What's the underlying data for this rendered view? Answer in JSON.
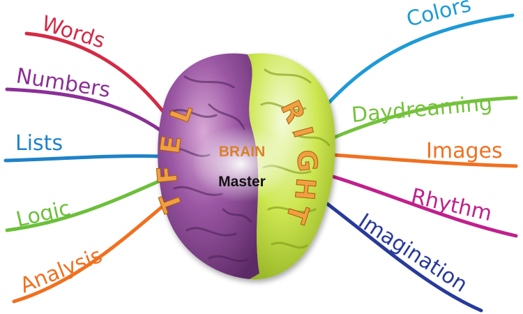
{
  "center": {
    "title": "BRAIN",
    "subtitle": "Master"
  },
  "hemispheres": {
    "left": {
      "label": "LEFT",
      "color": "#8e4e9b",
      "text_color": "#f0a040"
    },
    "right": {
      "label": "RIGHT",
      "color": "#c8e64a",
      "text_color": "#f0a040"
    }
  },
  "branches": {
    "words": {
      "label": "Words",
      "color": "#d42a45"
    },
    "numbers": {
      "label": "Numbers",
      "color": "#8b2f96"
    },
    "lists": {
      "label": "Lists",
      "color": "#1e82c8"
    },
    "logic": {
      "label": "Logic",
      "color": "#6cbf3a"
    },
    "analysis": {
      "label": "Analysis",
      "color": "#f07020"
    },
    "colors": {
      "label": "Colors",
      "color": "#1e9ad6"
    },
    "daydreaming": {
      "label": "Daydreaming",
      "color": "#74c23c"
    },
    "images": {
      "label": "Images",
      "color": "#f07020"
    },
    "rhythm": {
      "label": "Rhythm",
      "color": "#c0208c"
    },
    "imagination": {
      "label": "Imagination",
      "color": "#283a9a"
    }
  }
}
